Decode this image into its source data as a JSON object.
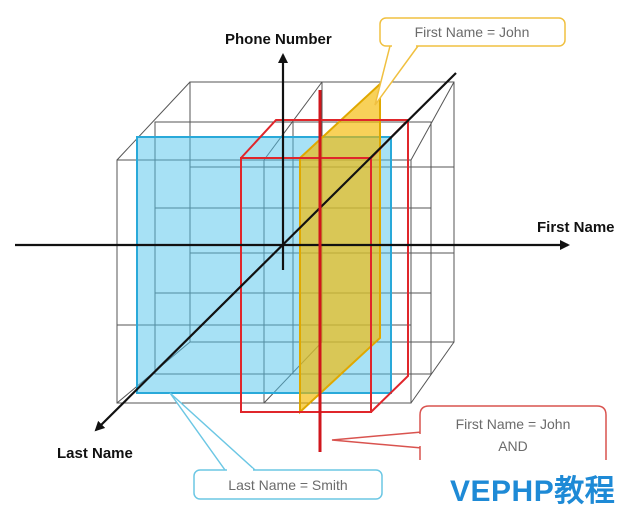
{
  "axes": {
    "phone_number": "Phone Number",
    "first_name": "First Name",
    "last_name": "Last Name"
  },
  "callouts": {
    "first_name_john": "First Name = John",
    "last_name_smith": "Last Name = Smith",
    "combined_line1": "First Name = John",
    "combined_line2": "AND"
  },
  "watermark": "VEPHP教程",
  "colors": {
    "blue_slice": "#4fc3ec",
    "yellow_slice": "#f5b800",
    "red_box": "#e0262b",
    "yellow_callout_border": "#f0c040",
    "blue_callout_border": "#6cc7e4",
    "red_callout_border": "#d9534f",
    "watermark": "#1e8ad6"
  }
}
